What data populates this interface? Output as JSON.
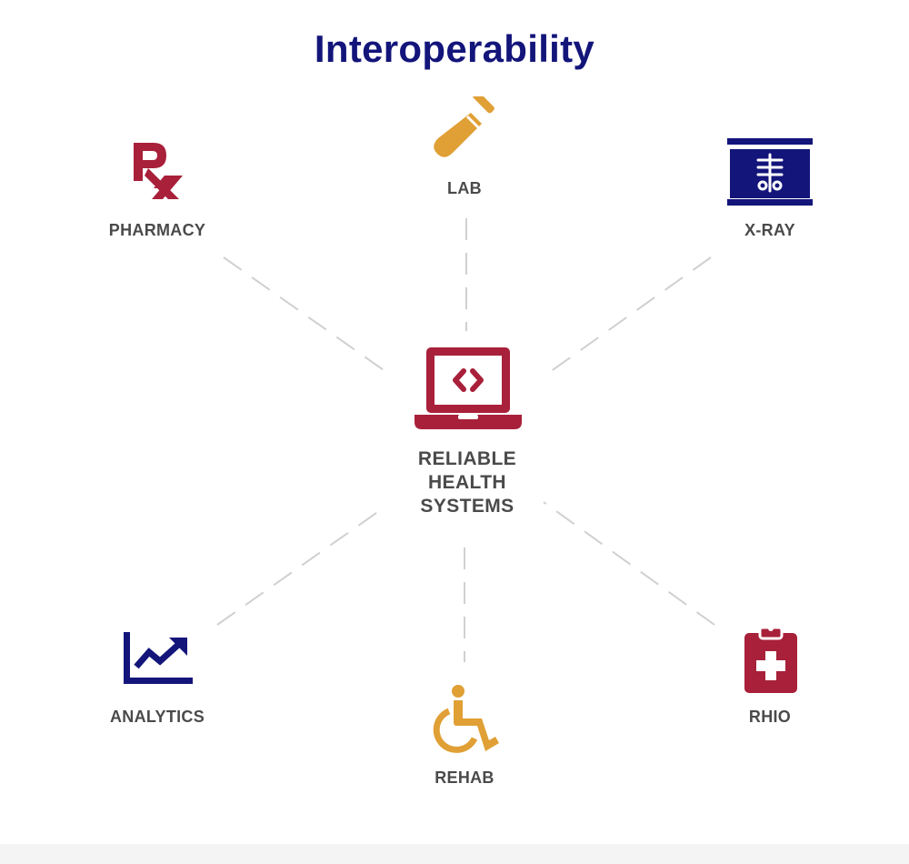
{
  "title": "Interoperability",
  "center": {
    "lines": [
      "RELIABLE",
      "HEALTH",
      "SYSTEMS"
    ],
    "icon": "laptop-code-icon",
    "color": "#a8203a"
  },
  "nodes": [
    {
      "id": "pharmacy",
      "label": "PHARMACY",
      "icon": "rx-icon",
      "color": "#a8203a"
    },
    {
      "id": "lab",
      "label": "LAB",
      "icon": "test-tube-icon",
      "color": "#e0a035"
    },
    {
      "id": "xray",
      "label": "X-RAY",
      "icon": "xray-icon",
      "color": "#13157a"
    },
    {
      "id": "analytics",
      "label": "ANALYTICS",
      "icon": "trend-chart-icon",
      "color": "#13157a"
    },
    {
      "id": "rehab",
      "label": "REHAB",
      "icon": "wheelchair-icon",
      "color": "#e0a035"
    },
    {
      "id": "rhio",
      "label": "RHIO",
      "icon": "medical-clipboard-icon",
      "color": "#a8203a"
    }
  ],
  "colors": {
    "title": "#13157a",
    "label": "#4a4a4a",
    "connector": "#d0d0d0"
  }
}
